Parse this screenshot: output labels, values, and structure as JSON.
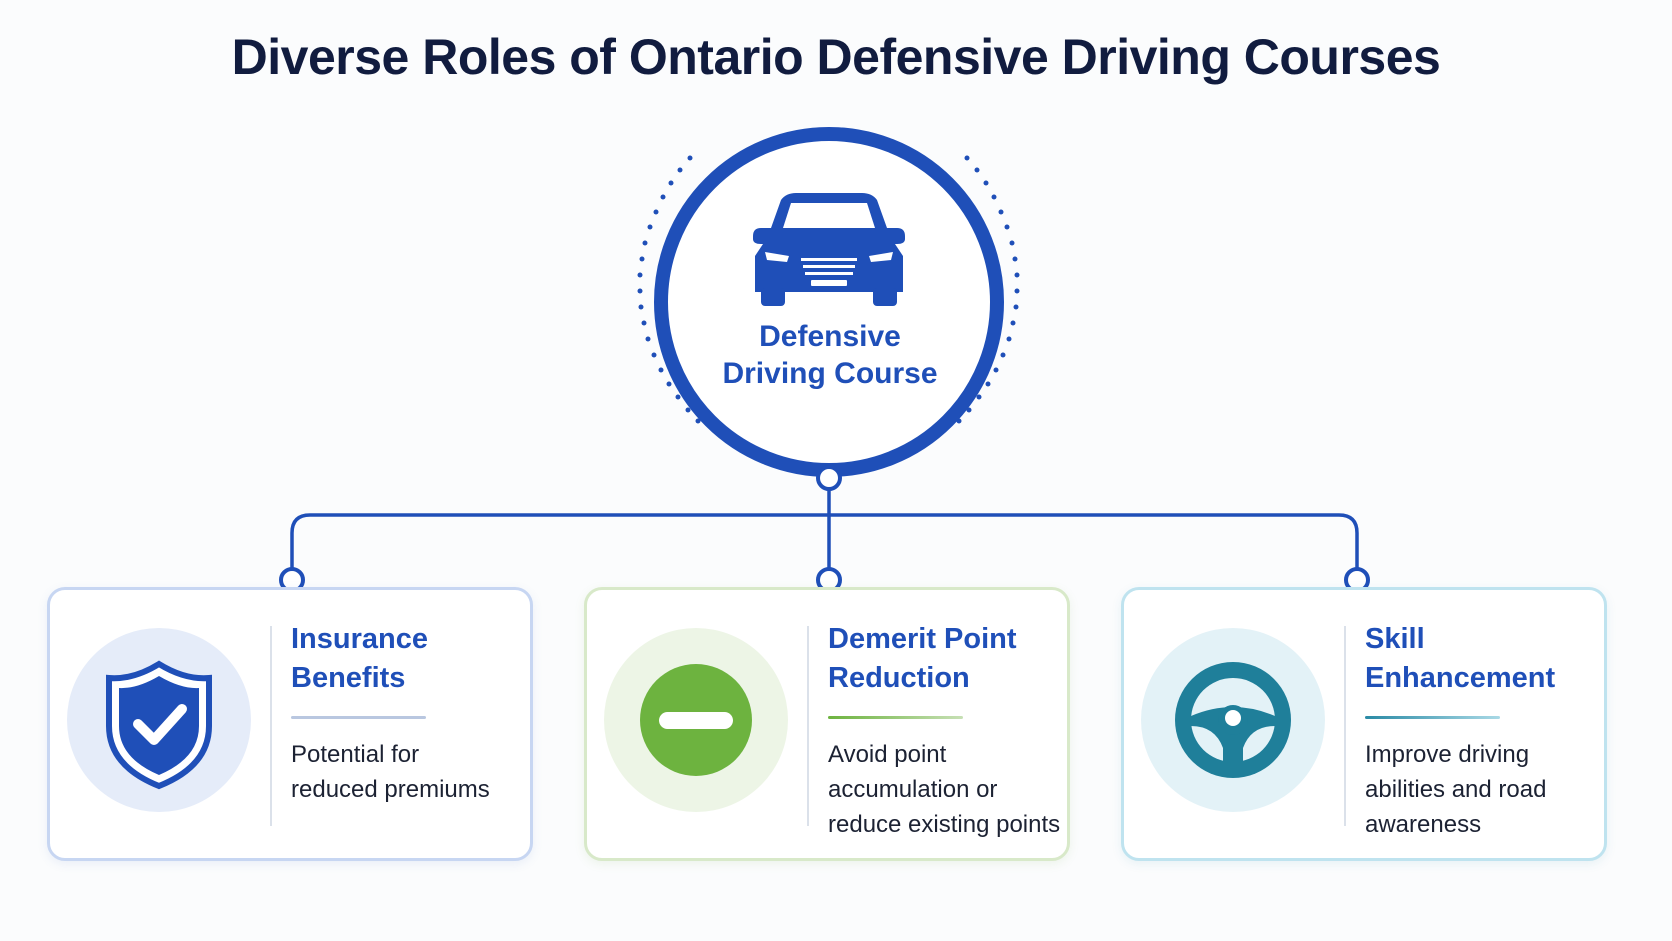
{
  "title": "Diverse Roles of Ontario Defensive Driving Courses",
  "hub": {
    "label_line1": "Defensive",
    "label_line2": "Driving Course",
    "icon": "car-icon"
  },
  "cards": [
    {
      "title_line1": "Insurance",
      "title_line2": "Benefits",
      "desc_line1": "Potential for",
      "desc_line2": "reduced premiums",
      "desc_line3": "",
      "icon": "shield-check-icon"
    },
    {
      "title_line1": "Demerit Point",
      "title_line2": "Reduction",
      "desc_line1": "Avoid point",
      "desc_line2": "accumulation or",
      "desc_line3": "reduce existing points",
      "icon": "minus-circle-icon"
    },
    {
      "title_line1": "Skill",
      "title_line2": "Enhancement",
      "desc_line1": "Improve driving",
      "desc_line2": "abilities and road",
      "desc_line3": "awareness",
      "icon": "steering-wheel-icon"
    }
  ],
  "colors": {
    "title": "#111c3f",
    "primary_blue": "#1f4fb8",
    "green": "#6db33f",
    "teal": "#2a8aa5"
  }
}
